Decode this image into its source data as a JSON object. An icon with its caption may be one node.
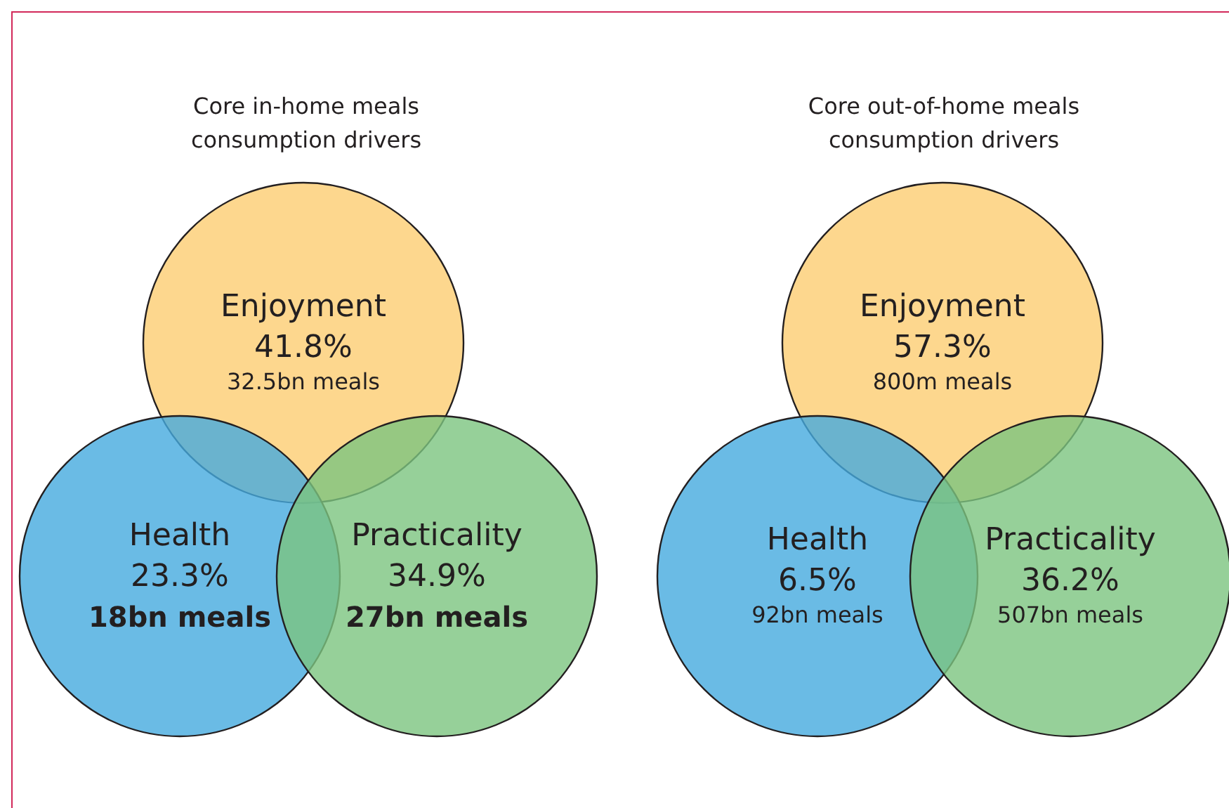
{
  "diagram": {
    "nodes": [
      {
        "text": [
          "Enjoyment",
          "41.8%",
          "32.5bn meals"
        ]
      },
      {
        "text": [
          "Health",
          "23.3%",
          "18bn meals"
        ]
      },
      {
        "text": [
          "Practicality",
          "34.9%",
          "27bn meals"
        ]
      },
      {
        "text": [
          "Enjoyment",
          "57.3%",
          "800m meals"
        ]
      },
      {
        "text": [
          "Health",
          "6.5%",
          "92bn meals"
        ]
      },
      {
        "text": [
          "Practicality",
          "36.2%",
          "507bn meals"
        ]
      }
    ],
    "labels": [
      "Core in-home meals consumption drivers",
      "Core out-of-home meals consumption drivers"
    ]
  }
}
